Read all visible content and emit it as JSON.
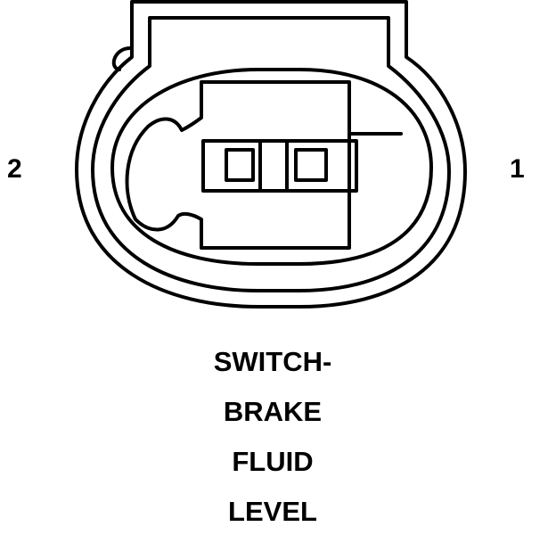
{
  "pins": {
    "left": "2",
    "right": "1"
  },
  "caption": {
    "line1": "SWITCH-",
    "line2": "BRAKE",
    "line3": "FLUID",
    "line4": "LEVEL"
  },
  "colors": {
    "stroke": "#000000",
    "background": "#ffffff"
  }
}
